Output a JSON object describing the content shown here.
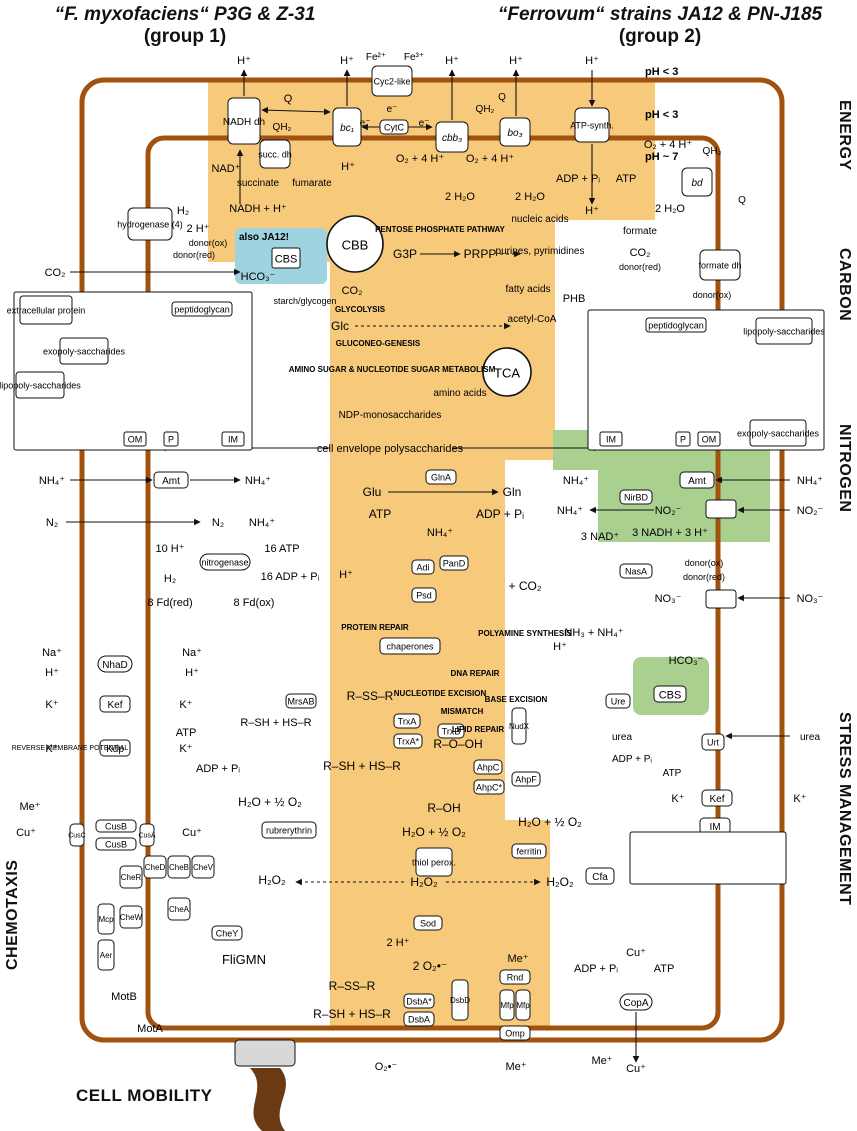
{
  "headers": {
    "group1_title": "“F. myxofaciens“ P3G & Z-31",
    "group1_sub": "(group 1)",
    "group2_title": "“Ferrovum“ strains JA12 & PN-J185",
    "group2_sub": "(group 2)"
  },
  "sections": {
    "energy": "ENERGY",
    "carbon": "CARBON",
    "nitrogen": "NITROGEN",
    "stress": "STRESS MANAGEMENT",
    "chemotaxis": "CHEMOTAXIS",
    "mobility": "CELL MOBILITY"
  },
  "ph": {
    "outer": "pH < 3",
    "periplasm": "pH < 3",
    "cytoplasm": "pH ~ 7"
  },
  "energy": {
    "nadh_dh": "NADH dh",
    "q": "Q",
    "qh2": "QH₂",
    "bc1": "bc₁",
    "cyc2": "Cyc2-like",
    "cytc": "CytC",
    "fe2": "Fe²⁺",
    "fe3": "Fe³⁺",
    "cbb3": "cbb₃",
    "bo3": "bo₃",
    "atp_synth": "ATP-synth.",
    "succ_dh": "succ. dh",
    "nad": "NAD⁺",
    "succinate": "succinate",
    "fumarate": "fumarate",
    "nadh_h": "NADH + H⁺",
    "o2_4h": "O₂ + 4 H⁺",
    "h2o_2": "2 H₂O",
    "adp_pi": "ADP + Pᵢ",
    "atp": "ATP",
    "bd": "bd",
    "hplus": "H⁺",
    "eminus": "e⁻"
  },
  "carbon": {
    "hydrogenase": "hydrogenase (4)",
    "h2": "H₂",
    "two_h": "2 H⁺",
    "donor_ox": "donor(ox)",
    "donor_red": "donor(red)",
    "also_ja12": "also JA12!",
    "cbs": "CBS",
    "cbb": "CBB",
    "co2": "CO₂",
    "hco3": "HCO₃⁻",
    "ppp": "PENTOSE PHOSPHATE PATHWAY",
    "g3p": "G3P",
    "prpp": "PRPP",
    "nucleic": "nucleic acids",
    "purines": "purines, pyrimidines",
    "fatty": "fatty acids",
    "phb": "PHB",
    "acetyl": "acetyl-CoA",
    "starch": "starch/glycogen",
    "glycolysis": "GLYCOLYSIS",
    "glc": "Glc",
    "gluconeo": "GLUCONEO-GENESIS",
    "tca": "TCA",
    "amino": "amino acids",
    "amino_sugar": "AMINO SUGAR & NUCLEOTIDE SUGAR METABOLISM",
    "ndp": "NDP-monosaccharides",
    "envelope": "cell envelope polysaccharides",
    "formate": "formate",
    "formate_dh": "formate dh"
  },
  "envelope_left": {
    "extracellular": "extracellular protein",
    "peptidoglycan": "peptidoglycan",
    "exopoly": "exopoly-saccharides",
    "lipopoly": "lipopoly-saccharides",
    "om": "OM",
    "p": "P",
    "im": "IM"
  },
  "envelope_right": {
    "peptidoglycan": "peptidoglycan",
    "lipopoly": "lipopoly-saccharides",
    "exopoly": "exopoly-saccharides",
    "im": "IM",
    "p": "P",
    "om": "OM"
  },
  "nitrogen": {
    "nh4": "NH₄⁺",
    "amt": "Amt",
    "glna": "GlnA",
    "glu": "Glu",
    "gln": "Gln",
    "atp": "ATP",
    "adp_pi": "ADP + Pᵢ",
    "n2": "N₂",
    "nitrogenase": "nitrogenase",
    "h10": "10 H⁺",
    "atp16": "16 ATP",
    "adp16": "16 ADP + Pᵢ",
    "fd_red": "8 Fd(red)",
    "fd_ox": "8 Fd(ox)",
    "nirbd": "NirBD",
    "nasa": "NasA",
    "no2": "NO₂⁻",
    "no3": "NO₃⁻",
    "nad3": "3 NAD⁺",
    "nadh3": "3 NADH + 3 H⁺",
    "donor_ox": "donor(ox)",
    "donor_red": "donor(red)"
  },
  "stress": {
    "adi": "Adi",
    "pand": "PanD",
    "psd": "Psd",
    "co2": "+ CO₂",
    "protein_repair": "PROTEIN REPAIR",
    "chaperones": "chaperones",
    "polyamine": "POLYAMINE SYNTHESIS",
    "nhad": "NhaD",
    "na": "Na⁺",
    "kef": "Kef",
    "k": "K⁺",
    "kdp": "Kdp",
    "atp": "ATP",
    "adp_pi": "ADP + Pᵢ",
    "reverse_potential": "REVERSE MEMBRANE POTENTIAL",
    "cusc": "CusC",
    "cusb": "CusB",
    "cusa": "CusA",
    "cu": "Cu⁺",
    "me": "Me⁺",
    "msrab": "MrsAB",
    "rssr": "R–SS–R",
    "rsh": "R–SH + HS–R",
    "trxa": "TrxA",
    "trxa2": "TrxA*",
    "trxb": "TrxB",
    "dna_repair": "DNA REPAIR",
    "nucleotide_excision": "NUCLEOTIDE EXCISION",
    "mismatch": "MISMATCH",
    "base_excision": "BASE EXCISION",
    "lipid_repair": "LIPID REPAIR",
    "rooh": "R–O–OH",
    "roh": "R–OH",
    "ahpc": "AhpC",
    "ahpc2": "AhpC*",
    "ahpf": "AhpF",
    "nuhx": "NudX",
    "h2o_o2": "H₂O + ½ O₂",
    "h2o2": "H₂O₂",
    "rubrerythrin": "rubrerythrin",
    "thiol": "thiol perox.",
    "ferritin": "ferritin",
    "cfa": "Cfa",
    "sod": "Sod",
    "superox": "2 O₂•⁻",
    "two_h": "2 H⁺",
    "o2rad": "O₂•⁻",
    "ure": "Ure",
    "urea": "urea",
    "urt": "Urt",
    "nh3": "NH₃ + NH₄⁺",
    "hco3": "HCO₃⁻",
    "cbs": "CBS",
    "im": "IM",
    "rnd": "Rnd",
    "mfp": "Mfp",
    "omp": "Omp",
    "dsba": "DsbA",
    "dsba2": "DsbA*",
    "dsbd": "DsbD",
    "copa": "CopA"
  },
  "chemotaxis": {
    "cher": "CheR",
    "ched": "CheD",
    "cheb": "CheB",
    "chev": "CheV",
    "mcp": "Mcp",
    "chew": "CheW",
    "chea": "CheA",
    "aer": "Aer",
    "chey": "CheY",
    "fligmn": "FliGMN",
    "motb": "MotB",
    "mota": "MotA"
  },
  "colors": {
    "cytoplasm": "#f7c97a",
    "membrane": "#a0520e",
    "cbs_blue": "#9fd3e0",
    "nitrogen_green": "#a9d08e",
    "flagellum": "#6b3a12"
  }
}
